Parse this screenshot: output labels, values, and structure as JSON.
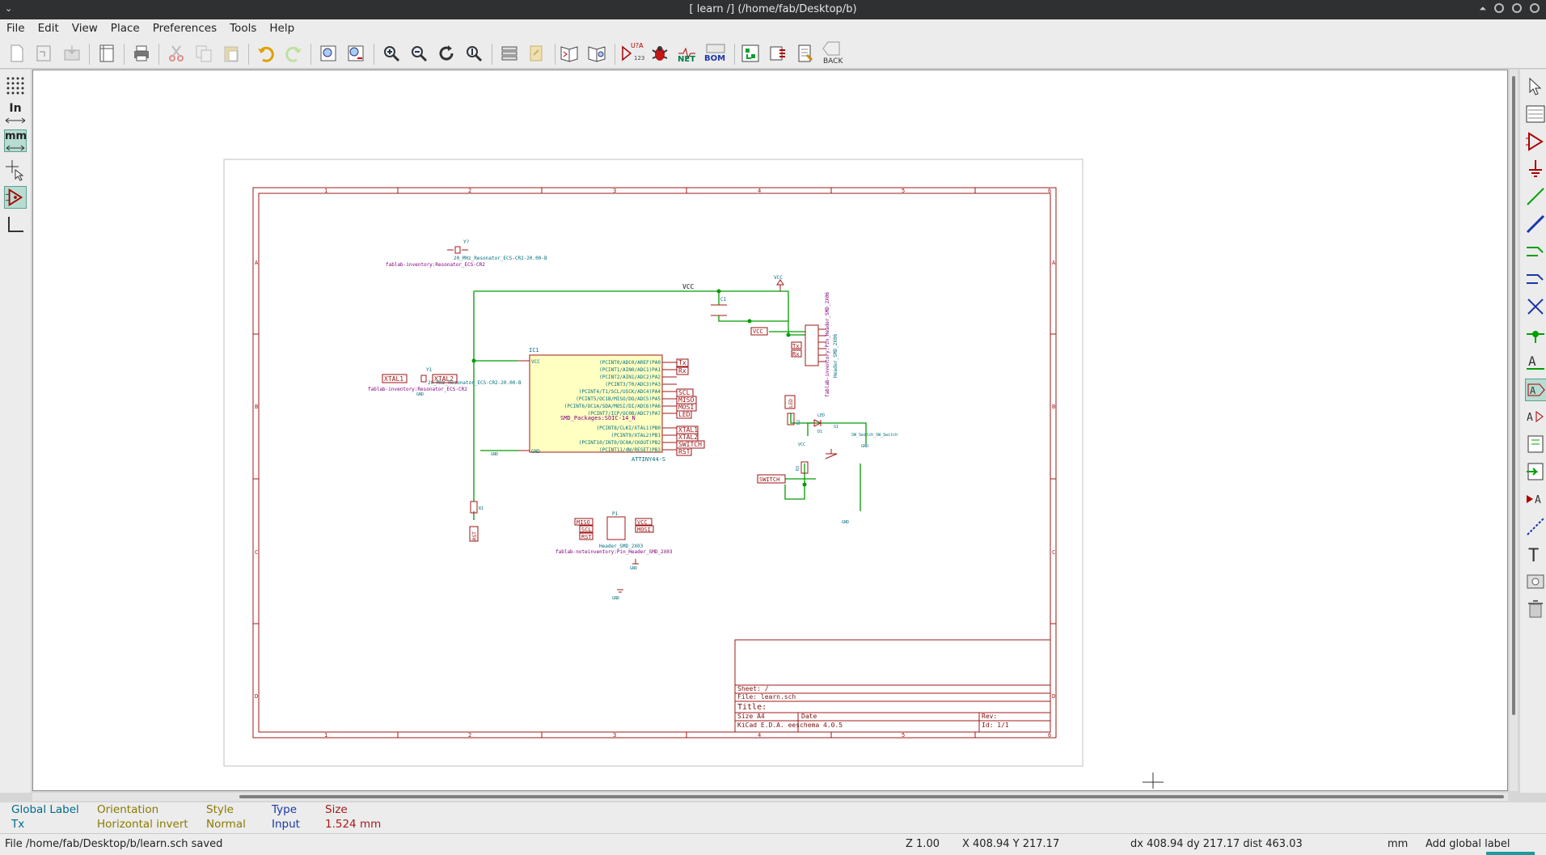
{
  "window": {
    "title": "[ learn /] (/home/fab/Desktop/b)",
    "sysmenu": "⌄"
  },
  "menubar": {
    "file": "File",
    "edit": "Edit",
    "view": "View",
    "place": "Place",
    "preferences": "Preferences",
    "tools": "Tools",
    "help": "Help"
  },
  "toolbar": {
    "netlist_label": "NET",
    "bom_label": "BOM",
    "back_label": "BACK",
    "annotate_label": "U?A",
    "annotate_sub": "123"
  },
  "lefttools": {
    "inch": "In",
    "mm": "mm"
  },
  "schematic": {
    "sheet_cols": [
      "1",
      "2",
      "3",
      "4",
      "5",
      "6"
    ],
    "sheet_rows": [
      "A",
      "B",
      "C",
      "D"
    ],
    "titleblock": {
      "sheet": "Sheet: /",
      "file": "File: learn.sch",
      "title": "Title:",
      "size": "Size  A4",
      "date": "Date",
      "rev": "Rev:",
      "app": "KiCad E.D.A.  eeschema 4.0.5",
      "id": "Id: 1/1"
    },
    "labels": {
      "vcc": "VCC",
      "gnd": "GND",
      "xtal1": "XTAL1",
      "xtal2": "XTAL2",
      "tx": "Tx",
      "rx": "Rx",
      "scl": "SCL",
      "miso": "MISO",
      "mosi": "MOSI",
      "led": "LED",
      "switch": "SWITCH",
      "rst": "RST",
      "y1_val": "20_MHz_Resonator_ECS-CR2-20.00-B",
      "y1_fp": "fablab-inventory:Resonator_ECS-CR2",
      "ic1_ref": "IC1",
      "ic1_val": "ATTINY44-S",
      "ic1_pkg": "SMD_Packages:SOIC-14_N",
      "p1_ref": "P1",
      "p1_val": "Header_SMD_2X03",
      "p1_fp": "fablab-noteinventory:Pin_Header_SMD_2X03",
      "j1_val": "Header_SMD_2X06",
      "j1_fp": "fablab-inventory:Pin_Header_SMD_2X06",
      "sw1": "SW_Switch_SW_Switch",
      "d1": "D1",
      "led_ref": "LED",
      "s1": "S1",
      "r1": "R1",
      "r2": "R2",
      "r3": "R3",
      "c1": "C1",
      "y_ref": "Y1",
      "y7": "Y?",
      "ic_pins_right": [
        "(PCINT0/ADC0/AREF)PA0",
        "(PCINT1/AIN0/ADC1)PA1",
        "(PCINT2/AIN1/ADC2)PA2",
        "(PCINT3/T0/ADC3)PA3",
        "(PCINT4/T1/SCL/USCK/ADC4)PA4",
        "(PCINT5/OC1B/MISO/DO/ADC5)PA5",
        "(PCINT6/OC1A/SDA/MOSI/DI/ADC6)PA6",
        "(PCINT7/ICP/OC0B/ADC7)PA7",
        "(PCINT8/CLKI/XTAL1)PB0",
        "(PCINT9/XTAL2)PB1",
        "(PCINT10/INT0/OC0A/CKOUT)PB2",
        "(PCINT11/dW/RESET)PB3"
      ],
      "ic_vcc": "VCC",
      "ic_gnd": "GND"
    }
  },
  "msgpanel": {
    "item1": {
      "head": "Global Label",
      "value": "Tx"
    },
    "item2": {
      "head": "Orientation",
      "value": "Horizontal invert"
    },
    "item3": {
      "head": "Style",
      "value": "Normal"
    },
    "item4": {
      "head": "Type",
      "value": "Input"
    },
    "item5": {
      "head": "Size",
      "value": "1.524 mm"
    }
  },
  "statusbar": {
    "message": "File /home/fab/Desktop/b/learn.sch saved",
    "zoom": "Z 1.00",
    "xy": "X 408.94  Y 217.17",
    "dxy": "dx 408.94  dy 217.17  dist 463.03",
    "units": "mm",
    "mode": "Add global label"
  },
  "colors": {
    "frame": "#a01818",
    "wire": "#009c00",
    "label": "#9c1010",
    "value": "#006e7e",
    "footprint": "#80007e",
    "ic_fill": "#ffffc2"
  }
}
